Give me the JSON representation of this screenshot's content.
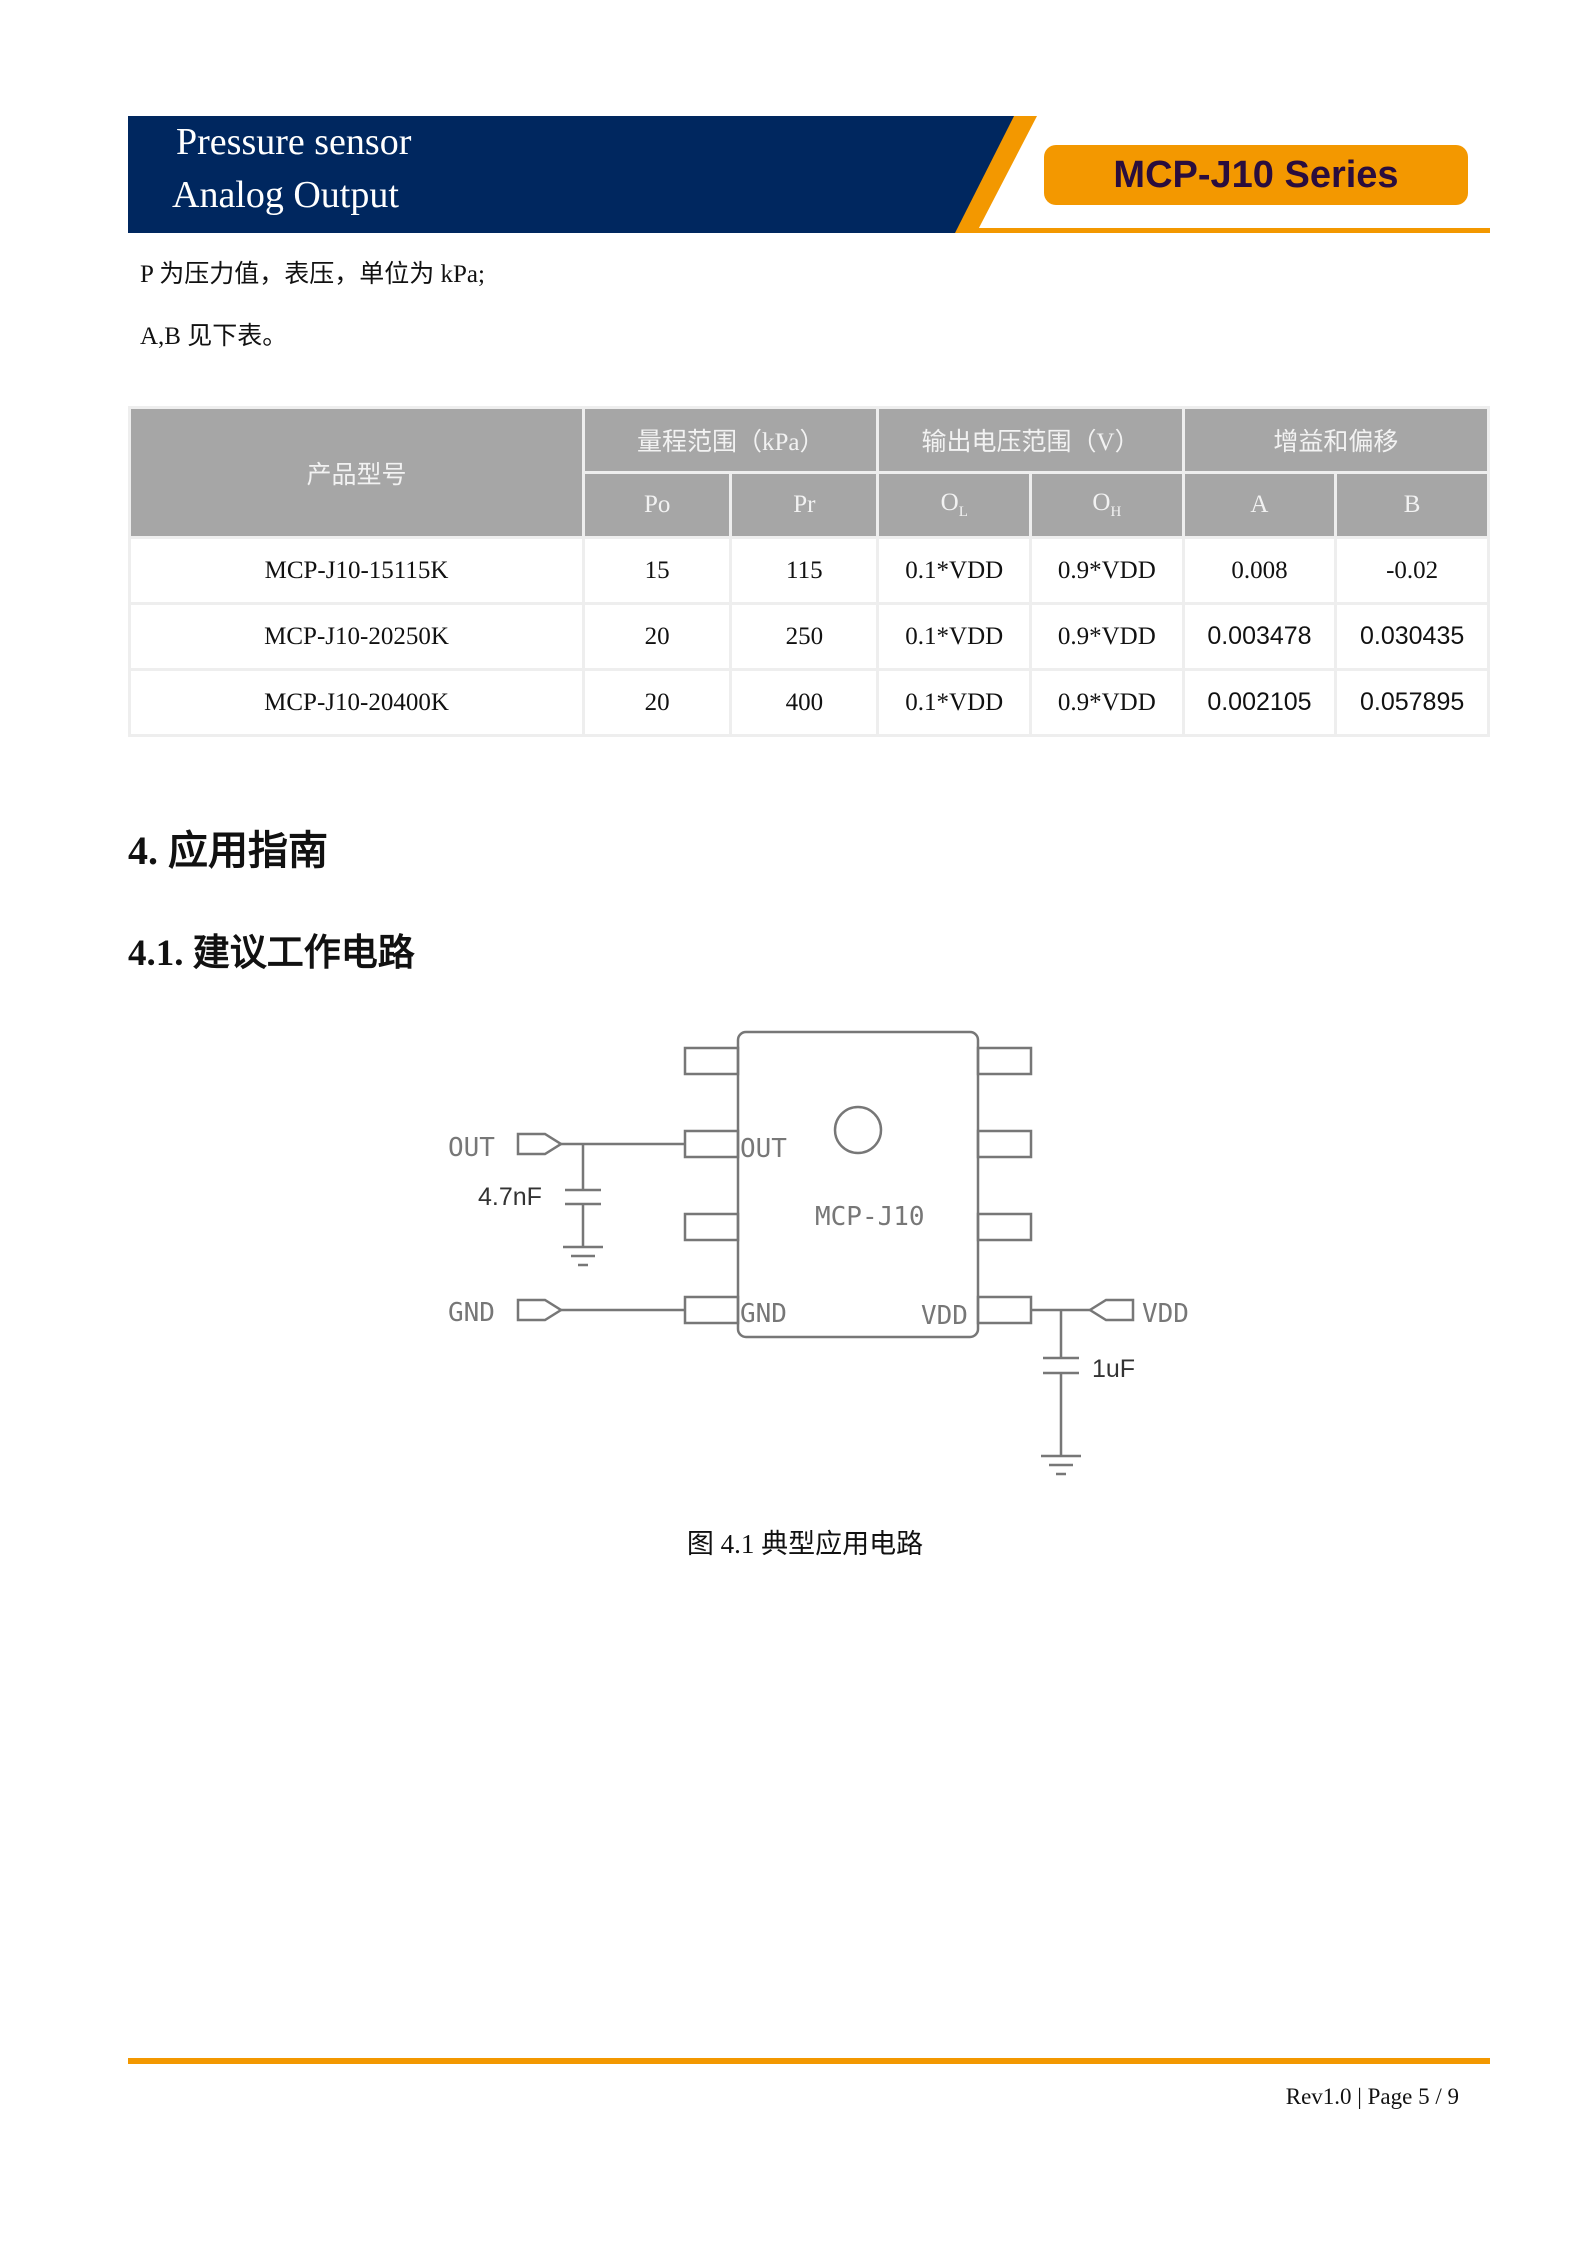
{
  "header": {
    "line1": "Pressure sensor",
    "line2": "Analog Output",
    "series": "MCP-J10 Series"
  },
  "body": {
    "note1": "P 为压力值，表压，单位为 kPa;",
    "note2": "A,B 见下表。"
  },
  "table": {
    "model_header": "产品型号",
    "groups": [
      "量程范围（kPa）",
      "输出电压范围（V）",
      "增益和偏移"
    ],
    "subheaders": [
      {
        "main": "Po",
        "sub": ""
      },
      {
        "main": "Pr",
        "sub": ""
      },
      {
        "main": "O",
        "sub": "L"
      },
      {
        "main": "O",
        "sub": "H"
      },
      {
        "main": "A",
        "sub": ""
      },
      {
        "main": "B",
        "sub": ""
      }
    ],
    "rows": [
      [
        "MCP-J10-15115K",
        "15",
        "115",
        "0.1*VDD",
        "0.9*VDD",
        "0.008",
        "-0.02"
      ],
      [
        "MCP-J10-20250K",
        "20",
        "250",
        "0.1*VDD",
        "0.9*VDD",
        "0.003478",
        "0.030435"
      ],
      [
        "MCP-J10-20400K",
        "20",
        "400",
        "0.1*VDD",
        "0.9*VDD",
        "0.002105",
        "0.057895"
      ]
    ]
  },
  "section": {
    "h1": "4.  应用指南",
    "h2": "4.1.  建议工作电路"
  },
  "circuit": {
    "chip": "MCP-J10",
    "out": "OUT",
    "gnd": "GND",
    "vdd": "VDD",
    "cap_out": "4.7nF",
    "cap_vdd": "1uF",
    "pin_out": "OUT",
    "pin_gnd": "GND",
    "pin_vdd": "VDD"
  },
  "caption": "图 4.1    典型应用电路",
  "footer": "Rev1.0 | Page 5 / 9"
}
